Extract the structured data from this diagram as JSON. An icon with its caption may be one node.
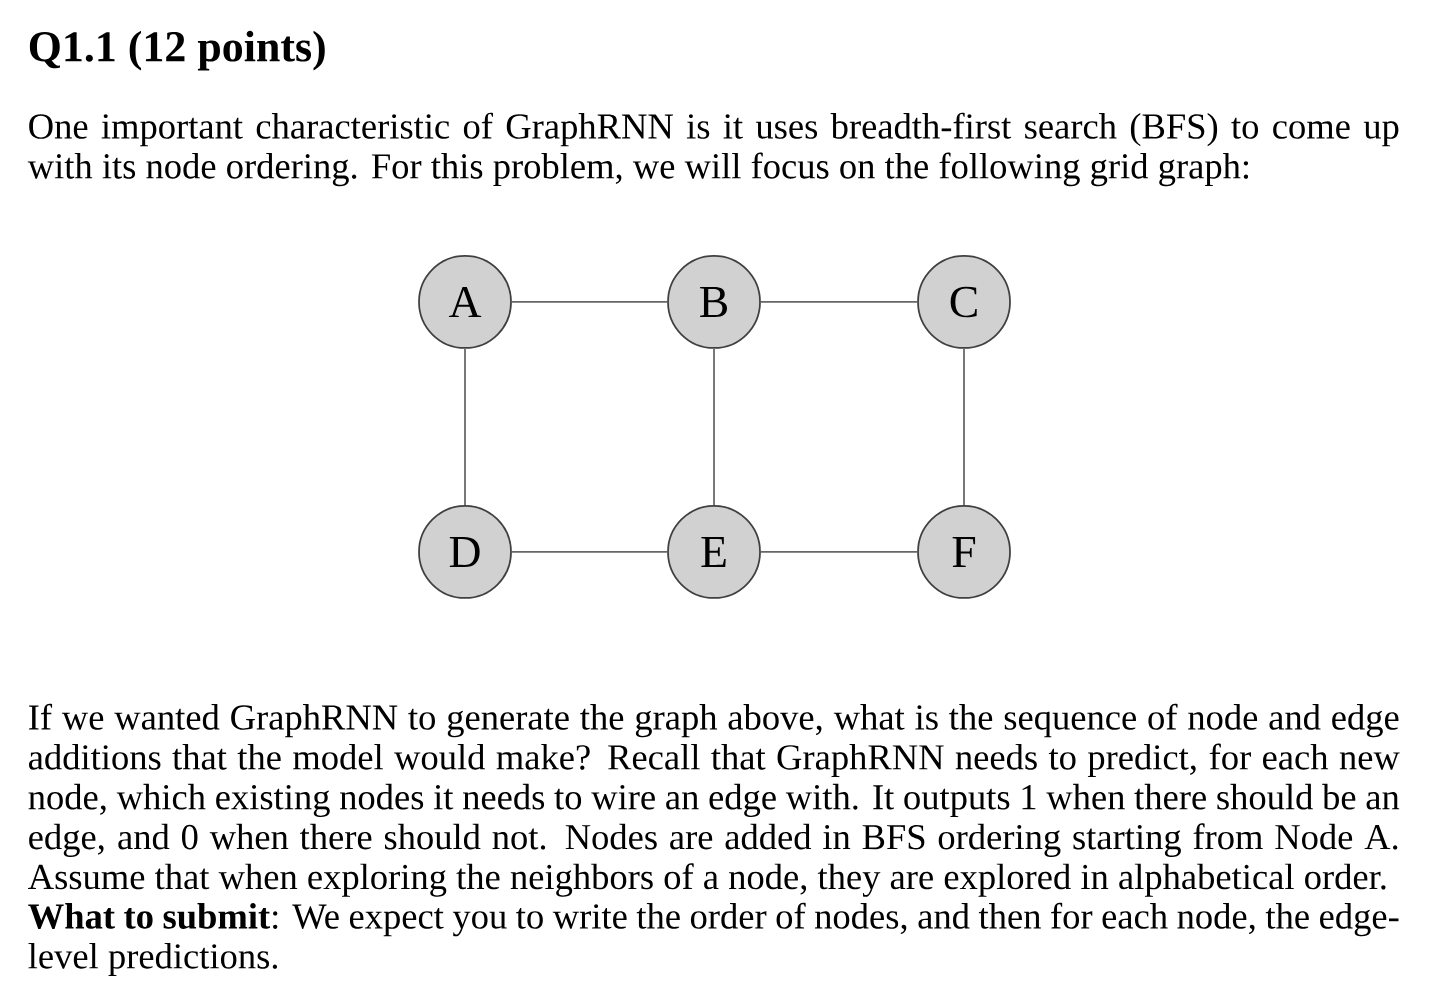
{
  "diagram": {
    "title": "Q1.1 (12 points)",
    "nodes": [
      {
        "text": [
          "A"
        ]
      },
      {
        "text": [
          "B"
        ]
      },
      {
        "text": [
          "C"
        ]
      },
      {
        "text": [
          "D"
        ]
      },
      {
        "text": [
          "E"
        ]
      },
      {
        "text": [
          "F"
        ]
      }
    ],
    "edges": [
      {
        "from": 0,
        "to": 1,
        "arrow": "none"
      },
      {
        "from": 1,
        "to": 2,
        "arrow": "none"
      },
      {
        "from": 0,
        "to": 3,
        "arrow": "none"
      },
      {
        "from": 1,
        "to": 4,
        "arrow": "none"
      },
      {
        "from": 2,
        "to": 5,
        "arrow": "none"
      },
      {
        "from": 3,
        "to": 4,
        "arrow": "none"
      },
      {
        "from": 4,
        "to": 5,
        "arrow": "none"
      }
    ],
    "labels": [
      "One important characteristic of GraphRNN is it uses breadth-first search (BFS) to come up with its node ordering. For this problem, we will focus on the following grid graph:",
      "If we wanted GraphRNN to generate the graph above, what is the sequence of node and edge additions that the model would make? Recall that GraphRNN needs to predict, for each new node, which existing nodes it needs to wire an edge with. It outputs 1 when there should be an edge, and 0 when there should not. Nodes are added in BFS ordering starting from Node A. Assume that when exploring the neighbors of a node, they are explored in alphabetical order.",
      "**What to submit**: We expect you to write the order of nodes, and then for each node, the edge-level predictions."
    ]
  }
}
